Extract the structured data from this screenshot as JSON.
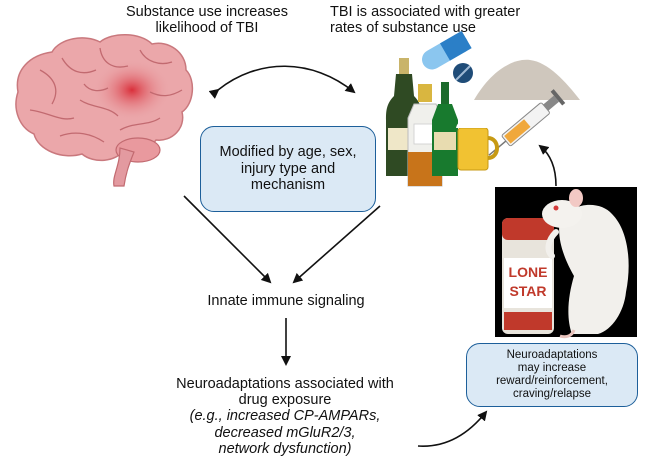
{
  "labels": {
    "left_top_line1": "Substance use increases",
    "left_top_line2": "likelihood of TBI",
    "right_top_line1": "TBI is associated with greater",
    "right_top_line2": "rates of substance use",
    "immune": "Innate immune signaling",
    "neuro_line1": "Neuroadaptations associated with",
    "neuro_line2": "drug exposure",
    "neuro_italic_line1": "(e.g., increased CP-AMPARs,",
    "neuro_italic_line2": "decreased mGluR2/3,",
    "neuro_italic_line3": "network dysfunction)"
  },
  "modifier_box": {
    "line1": "Modified by age, sex,",
    "line2": "injury type and",
    "line3": "mechanism"
  },
  "rat_box": {
    "line1": "Neuroadaptations",
    "line2": "may increase",
    "line3": "reward/reinforcement,",
    "line4": "craving/relapse"
  },
  "can_text": {
    "line1": "LONE",
    "line2": "STAR"
  },
  "colors": {
    "box_fill": "#dbe9f5",
    "box_border": "#1d5f9a",
    "brain": "#e8a0a4",
    "arrow": "#111111"
  }
}
